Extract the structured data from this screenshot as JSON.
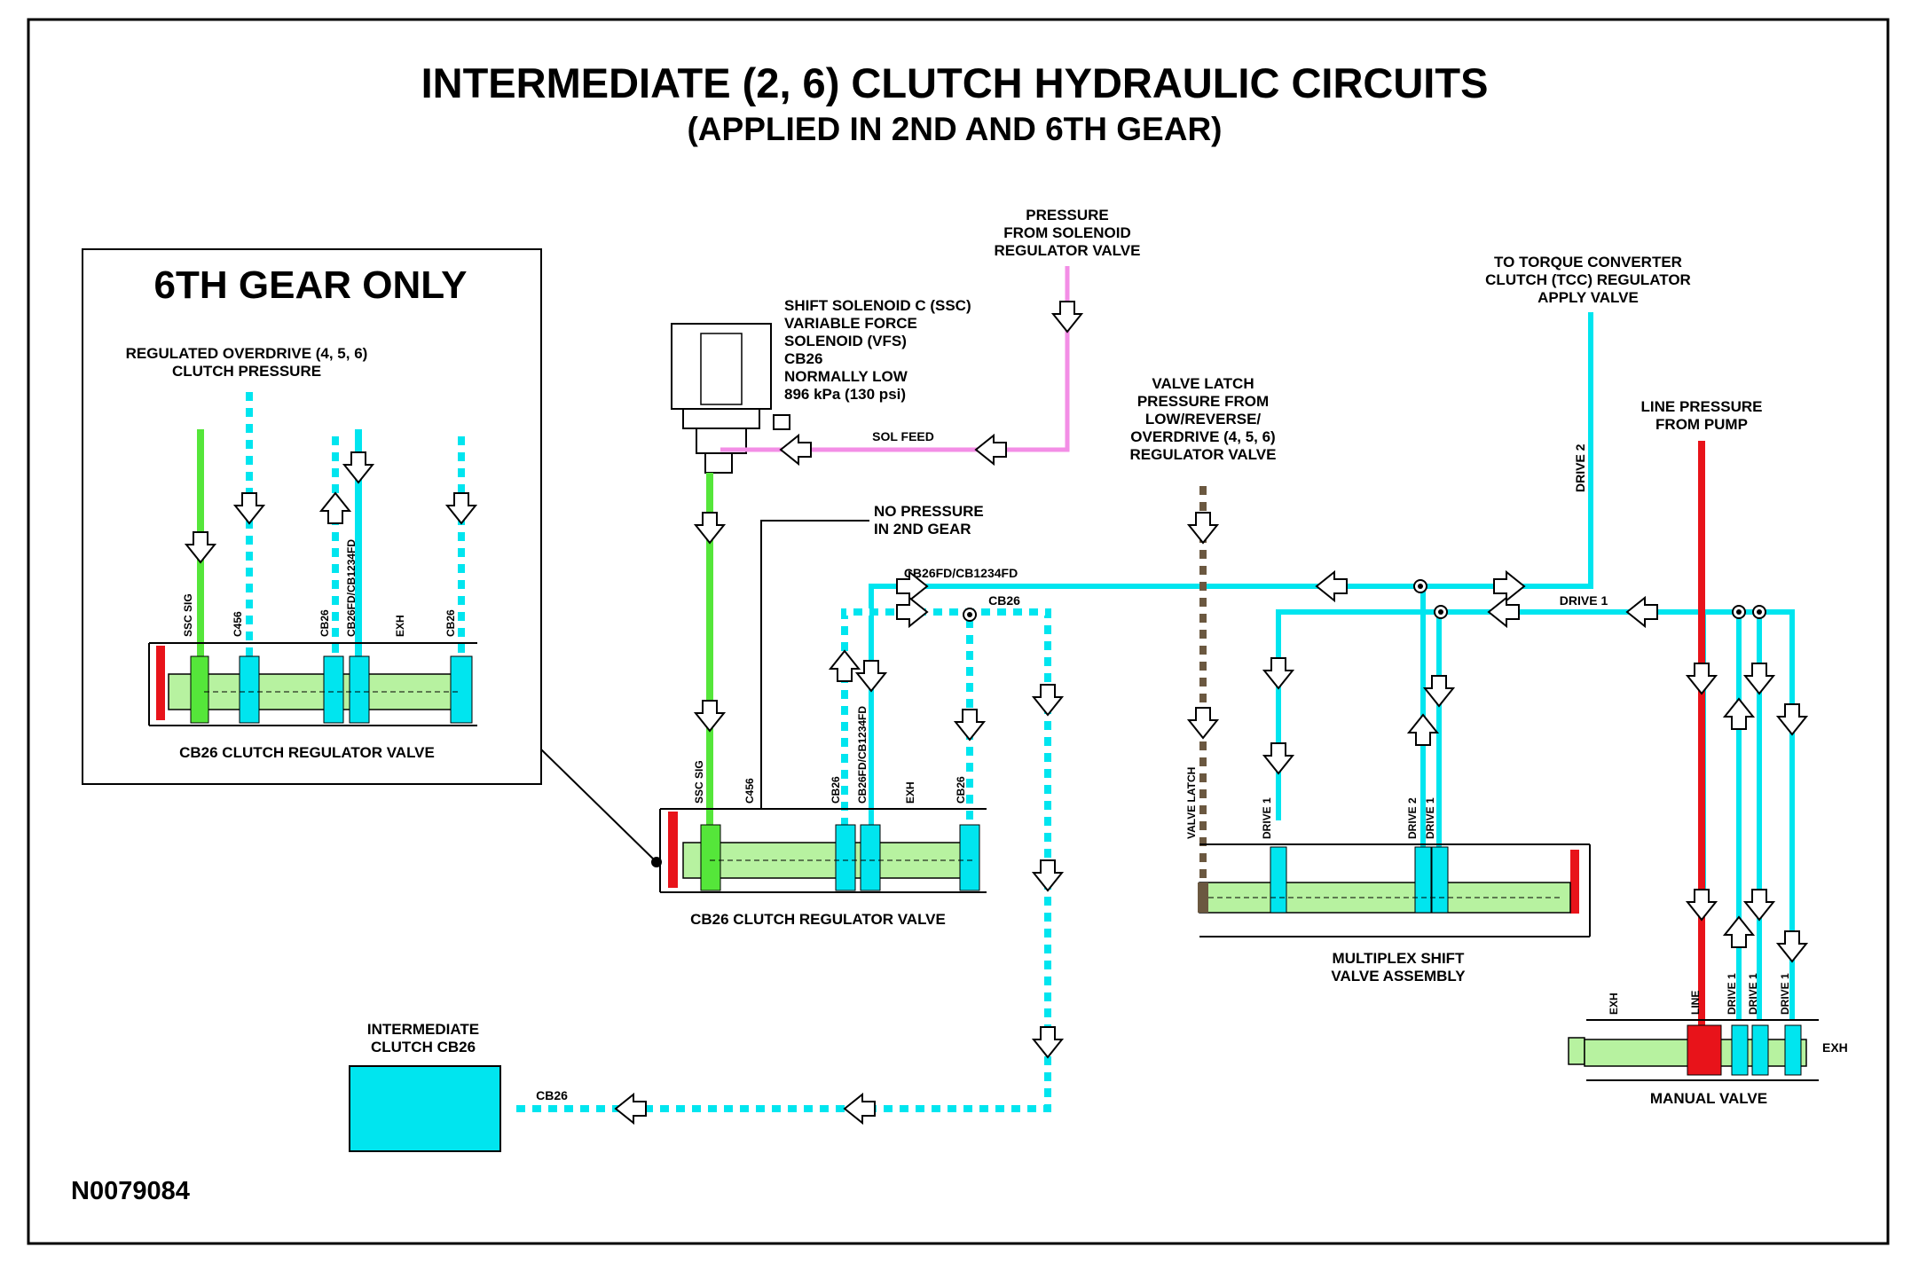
{
  "title": "INTERMEDIATE (2, 6) CLUTCH HYDRAULIC CIRCUITS",
  "subtitle": "(APPLIED IN 2ND AND 6TH GEAR)",
  "figure_id": "N0079084",
  "colors": {
    "cyan": "#00e5ef",
    "green": "#55e63a",
    "light_green": "#b7f2a0",
    "red": "#e8131a",
    "pink": "#f38ee6",
    "brown": "#6b5840",
    "exhaust_stripe": "#ffffff",
    "clutch_box": "#00e5ef"
  },
  "inset": {
    "heading": "6TH GEAR ONLY",
    "overdrive_label": [
      "REGULATED OVERDRIVE (4, 5, 6)",
      "CLUTCH PRESSURE"
    ],
    "ports": [
      "SSC SIG",
      "C456",
      "CB26",
      "CB26FD/CB1234FD",
      "EXH",
      "CB26"
    ],
    "valve_label": "CB26 CLUTCH REGULATOR VALVE"
  },
  "labels": {
    "solenoid_pressure": [
      "PRESSURE",
      "FROM SOLENOID",
      "REGULATOR VALVE"
    ],
    "solenoid_info": [
      "SHIFT SOLENOID C (SSC)",
      "VARIABLE FORCE",
      "SOLENOID (VFS)",
      "CB26",
      "NORMALLY LOW",
      "896 kPa (130 psi)"
    ],
    "sol_feed": "SOL FEED",
    "no_pressure": [
      "NO PRESSURE",
      "IN 2ND GEAR"
    ],
    "valve_latch": [
      "VALVE LATCH",
      "PRESSURE FROM",
      "LOW/REVERSE/",
      "OVERDRIVE (4, 5, 6)",
      "REGULATOR VALVE"
    ],
    "tcc": [
      "TO TORQUE CONVERTER",
      "CLUTCH (TCC) REGULATOR",
      "APPLY VALVE"
    ],
    "line_pressure": [
      "LINE PRESSURE",
      "FROM PUMP"
    ],
    "drive2": "DRIVE 2",
    "drive1": "DRIVE 1",
    "cb26fd_cb1234fd": "CB26FD/CB1234FD",
    "cb26": "CB26",
    "cb26_bottom": "CB26",
    "intermediate_clutch": [
      "INTERMEDIATE",
      "CLUTCH CB26"
    ],
    "regulator_valve": "CB26 CLUTCH REGULATOR VALVE",
    "multiplex_valve": [
      "MULTIPLEX SHIFT",
      "VALVE ASSEMBLY"
    ],
    "manual_valve": "MANUAL VALVE",
    "manual_exh": "EXH"
  },
  "regulator_ports": [
    "SSC SIG",
    "C456",
    "CB26",
    "CB26FD/CB1234FD",
    "EXH",
    "CB26"
  ],
  "multiplex_ports": [
    "VALVE LATCH",
    "DRIVE 1",
    "DRIVE 2",
    "DRIVE 1"
  ],
  "manual_ports": [
    "EXH",
    "LINE",
    "DRIVE 1",
    "DRIVE 1",
    "DRIVE 1"
  ]
}
